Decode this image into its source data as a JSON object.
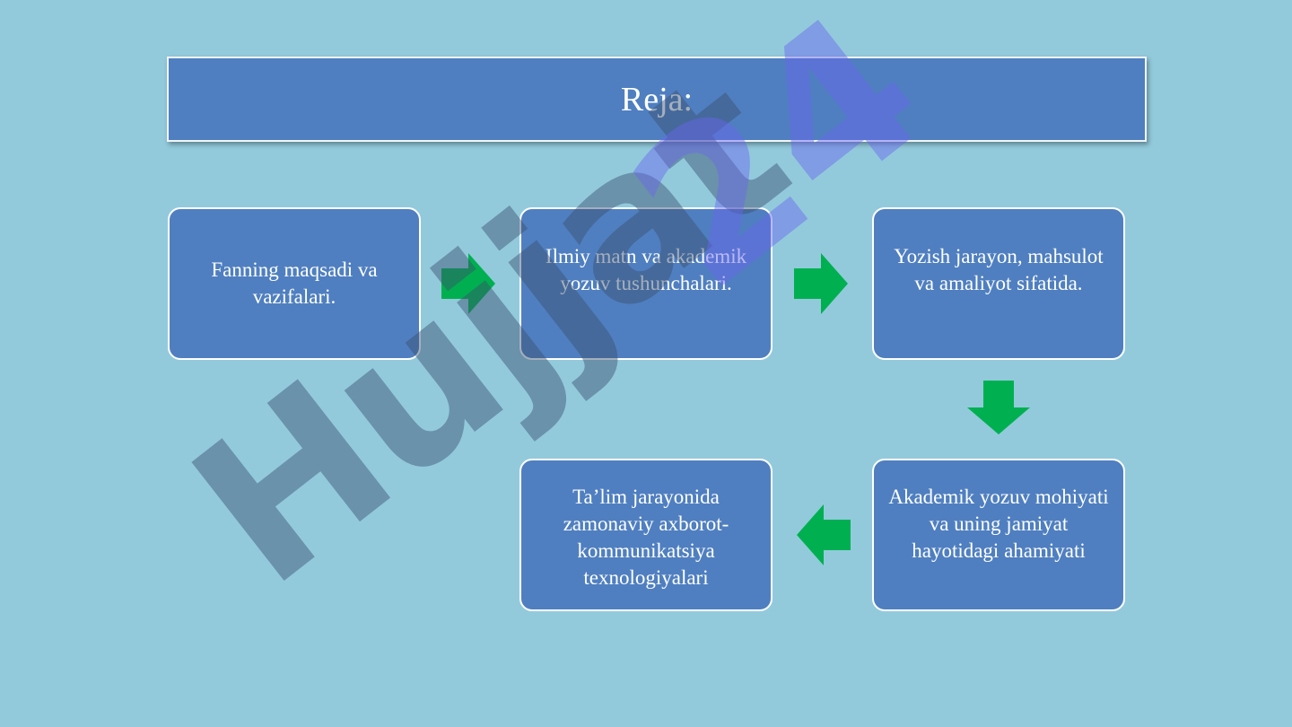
{
  "title": "Reja:",
  "colors": {
    "background": "#92cadc",
    "box_fill": "#4f7fc0",
    "box_border": "#ffffff",
    "arrow": "#00b050",
    "watermark": "#5a6f8f"
  },
  "steps": [
    {
      "text": "Fanning maqsadi va vazifalari."
    },
    {
      "text": "Ilmiy matn va akademik yozuv tushunchalari."
    },
    {
      "text": "Yozish jarayon, mahsulot va amaliyot sifatida."
    },
    {
      "text": "Akademik yozuv mohiyati va uning jamiyat hayotidagi ahamiyati"
    },
    {
      "text": "Ta’lim jarayonida zamonaviy axborot-kommunikatsiya texnologiyalari"
    }
  ],
  "watermark": {
    "text": "Hujjat24"
  }
}
